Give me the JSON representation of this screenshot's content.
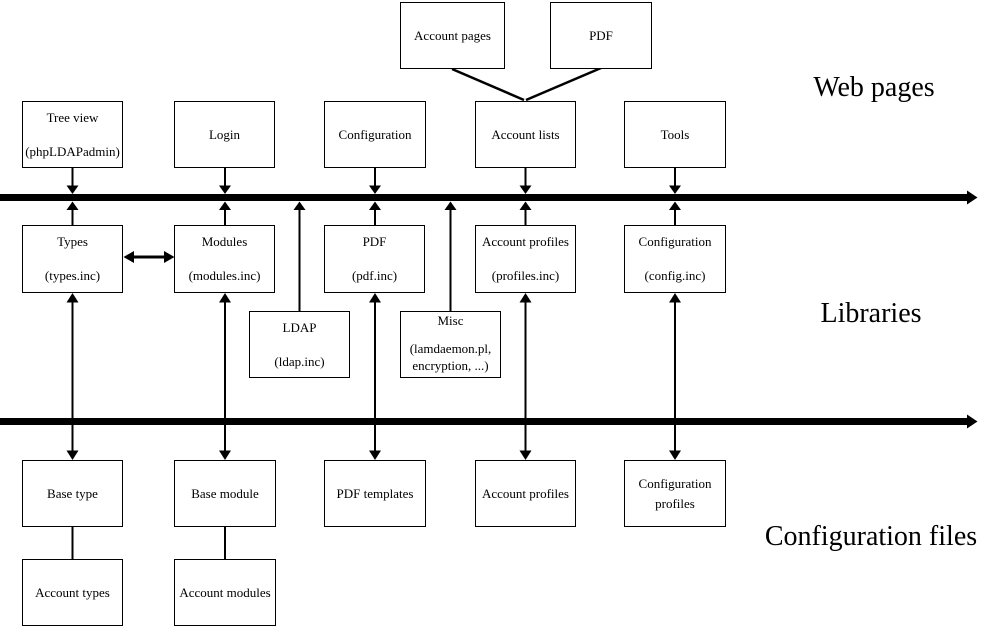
{
  "colors": {
    "line": "#000000",
    "background": "#ffffff"
  },
  "section_labels": {
    "web_pages": "Web pages",
    "libraries": "Libraries",
    "configuration_files": "Configuration files"
  },
  "boxes": {
    "account_pages": {
      "line1": "Account pages"
    },
    "pdf_web": {
      "line1": "PDF"
    },
    "tree_view": {
      "line1": "Tree view",
      "line2": "(phpLDAPadmin)"
    },
    "login": {
      "line1": "Login"
    },
    "configuration_web": {
      "line1": "Configuration"
    },
    "account_lists": {
      "line1": "Account lists"
    },
    "tools": {
      "line1": "Tools"
    },
    "types": {
      "line1": "Types",
      "line2": "(types.inc)"
    },
    "modules": {
      "line1": "Modules",
      "line2": "(modules.inc)"
    },
    "pdf_lib": {
      "line1": "PDF",
      "line2": "(pdf.inc)"
    },
    "account_profiles_lib": {
      "line1": "Account profiles",
      "line2": "(profiles.inc)"
    },
    "configuration_lib": {
      "line1": "Configuration",
      "line2": "(config.inc)"
    },
    "ldap": {
      "line1": "LDAP",
      "line2": "(ldap.inc)"
    },
    "misc": {
      "line1": "Misc",
      "line2": "(lamdaemon.pl,",
      "line3": "encryption, ...)"
    },
    "base_type": {
      "line1": "Base type"
    },
    "base_module": {
      "line1": "Base module"
    },
    "pdf_templates": {
      "line1": "PDF templates"
    },
    "account_profiles_files": {
      "line1": "Account profiles"
    },
    "configuration_profiles": {
      "line1": "Configuration",
      "line2": "profiles"
    },
    "account_types": {
      "line1": "Account types"
    },
    "account_modules": {
      "line1": "Account modules"
    }
  }
}
